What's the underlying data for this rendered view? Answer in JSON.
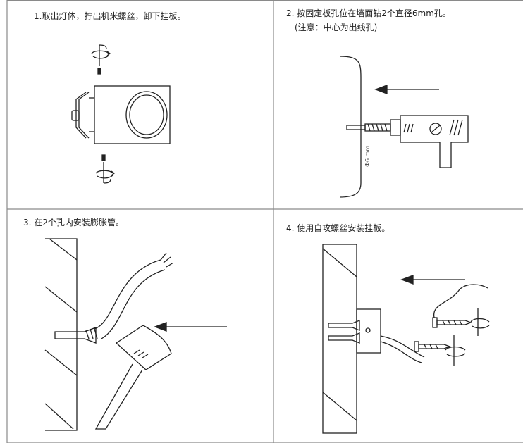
{
  "steps": [
    {
      "text": "1.取出灯体，拧出机米螺丝，卸下挂板。"
    },
    {
      "text": "2. 按固定板孔位在墙面钻2个直径6mm孔。",
      "note": "(注意：中心为出线孔)",
      "dimension_label": "Ф6 mm"
    },
    {
      "text": "3. 在2个孔内安装膨胀管。"
    },
    {
      "text": "4. 使用自攻螺丝安装挂板。"
    }
  ],
  "icons": [
    "screw-icon",
    "rotate-arrow-icon",
    "lamp-body-icon",
    "wall-plate-icon",
    "drill-icon",
    "drill-bit-icon",
    "direction-arrow-icon",
    "wall-anchor-icon",
    "cable-icon",
    "hammer-icon",
    "self-tapping-screw-icon",
    "screwdriver-rotation-icon"
  ],
  "colors": {
    "line": "#222222",
    "grid": "#8a8a8a",
    "background": "#ffffff"
  }
}
